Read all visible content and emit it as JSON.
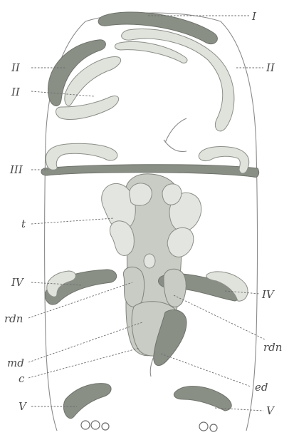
{
  "labels": {
    "I_top": "I",
    "II_upper_left": "II",
    "II_lower_left": "II",
    "II_right": "II",
    "III": "III",
    "t": "t",
    "IV_left": "IV",
    "IV_right": "IV",
    "rdn_left": "rdn",
    "rdn_right": "rdn",
    "md": "md",
    "c": "c",
    "ed": "ed",
    "V_left": "V",
    "V_right": "V"
  }
}
